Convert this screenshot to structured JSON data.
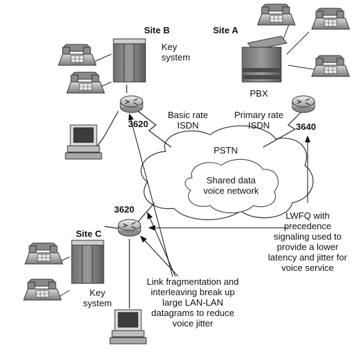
{
  "sites": {
    "site_b": "Site B",
    "site_a": "Site A",
    "site_c": "Site C"
  },
  "devices": {
    "key_system_b": "Key system",
    "pbx": "PBX",
    "key_system_c": "Key system",
    "router_b": "3620",
    "router_a": "3640",
    "router_c": "3620"
  },
  "links": {
    "basic_rate": "Basic rate ISDN",
    "primary_rate": "Primary rate ISDN"
  },
  "network": {
    "pstn": "PSTN",
    "shared": "Shared data voice network"
  },
  "annotations": {
    "lwfq": "LWFQ with precedence signaling used to provide a lower latency and jitter for voice service",
    "link_frag": "Link fragmentation and interleaving break up large LAN-LAN datagrams to reduce voice jitter"
  }
}
